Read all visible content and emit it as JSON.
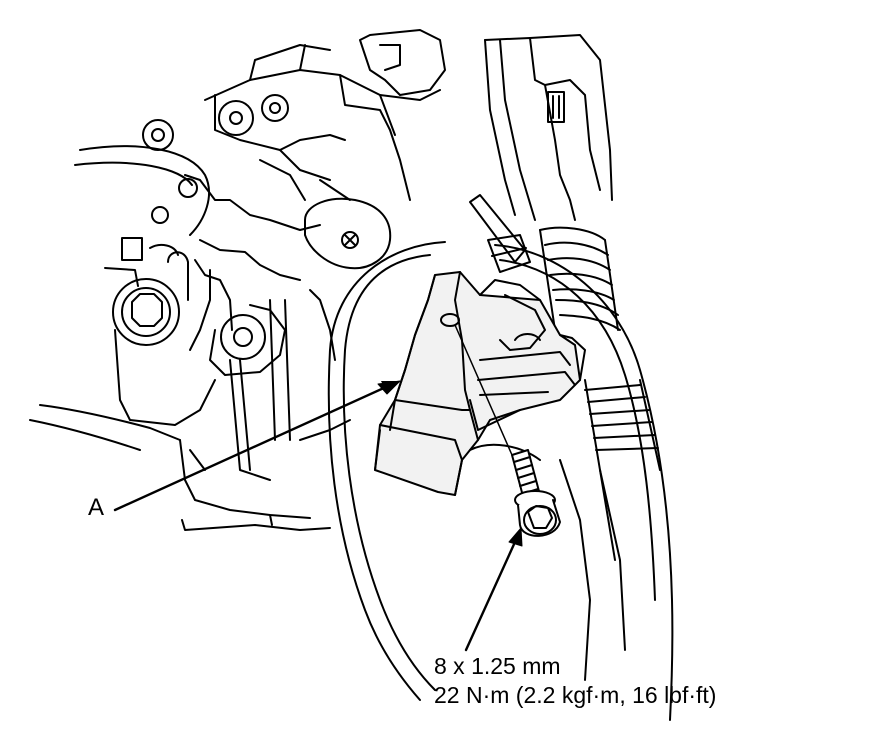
{
  "callouts": {
    "bracket": "A"
  },
  "bolt_spec": {
    "size": "8 x 1.25 mm",
    "torque": "22 N·m (2.2 kgf·m, 16 lbf·ft)"
  },
  "colors": {
    "line": "#000000",
    "background": "#ffffff",
    "bracket_fill": "#f2f2f2"
  },
  "icons": [
    "bracket-part",
    "flange-bolt",
    "cable-harness",
    "engine-block"
  ]
}
